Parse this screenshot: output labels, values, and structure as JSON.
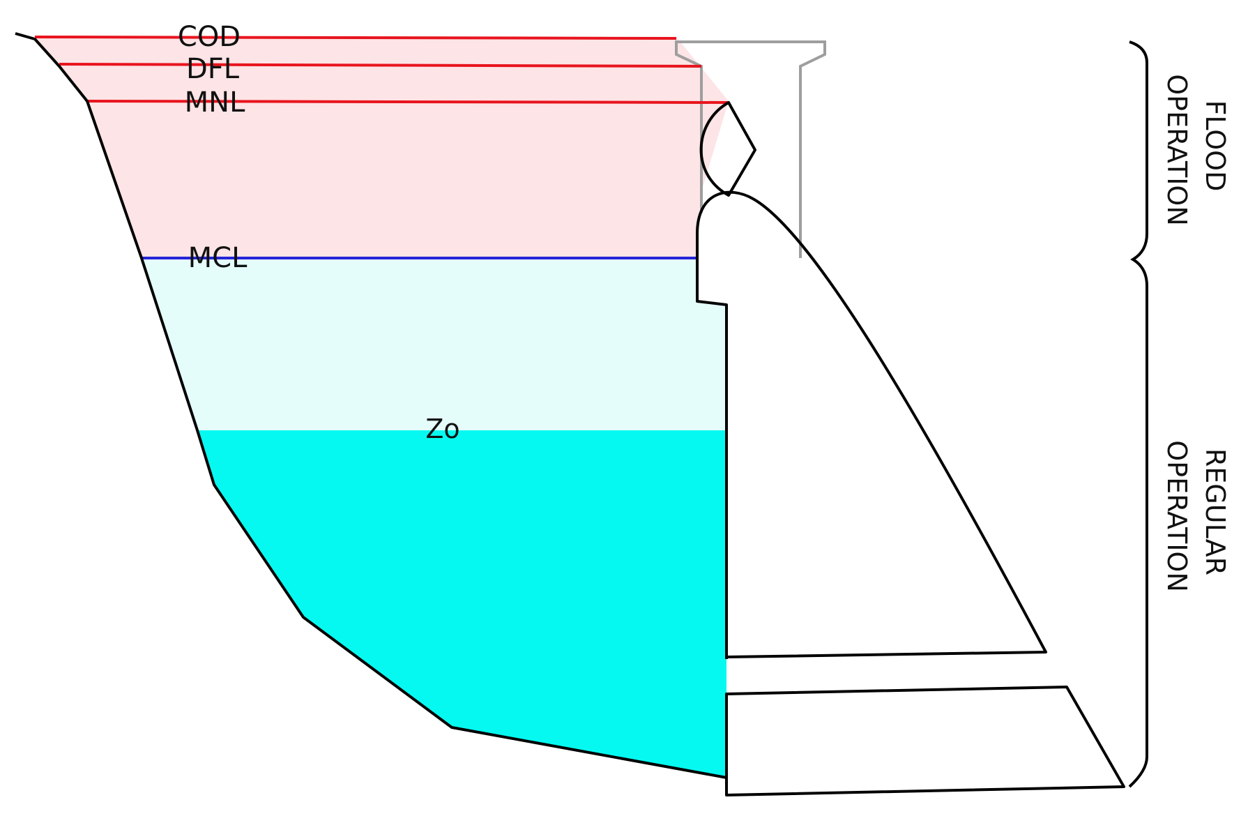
{
  "levels": {
    "cod": "COD",
    "dfl": "DFL",
    "mnl": "MNL",
    "mcl": "MCL"
  },
  "zone": {
    "label": "Zo"
  },
  "operations": {
    "flood": [
      "FLOOD",
      "OPERATION"
    ],
    "regular": [
      "REGULAR",
      "OPERATION"
    ]
  },
  "colors": {
    "flood_zone_fill": "#fde4e6",
    "regular_zone_fill": "#e4fdfb",
    "dead_storage_fill": "#06f9f0",
    "upper_level_line": "#e8141e",
    "mcl_line": "#2424d8",
    "dam_outline": "#000000",
    "gate_outline": "#9e9e9e"
  }
}
